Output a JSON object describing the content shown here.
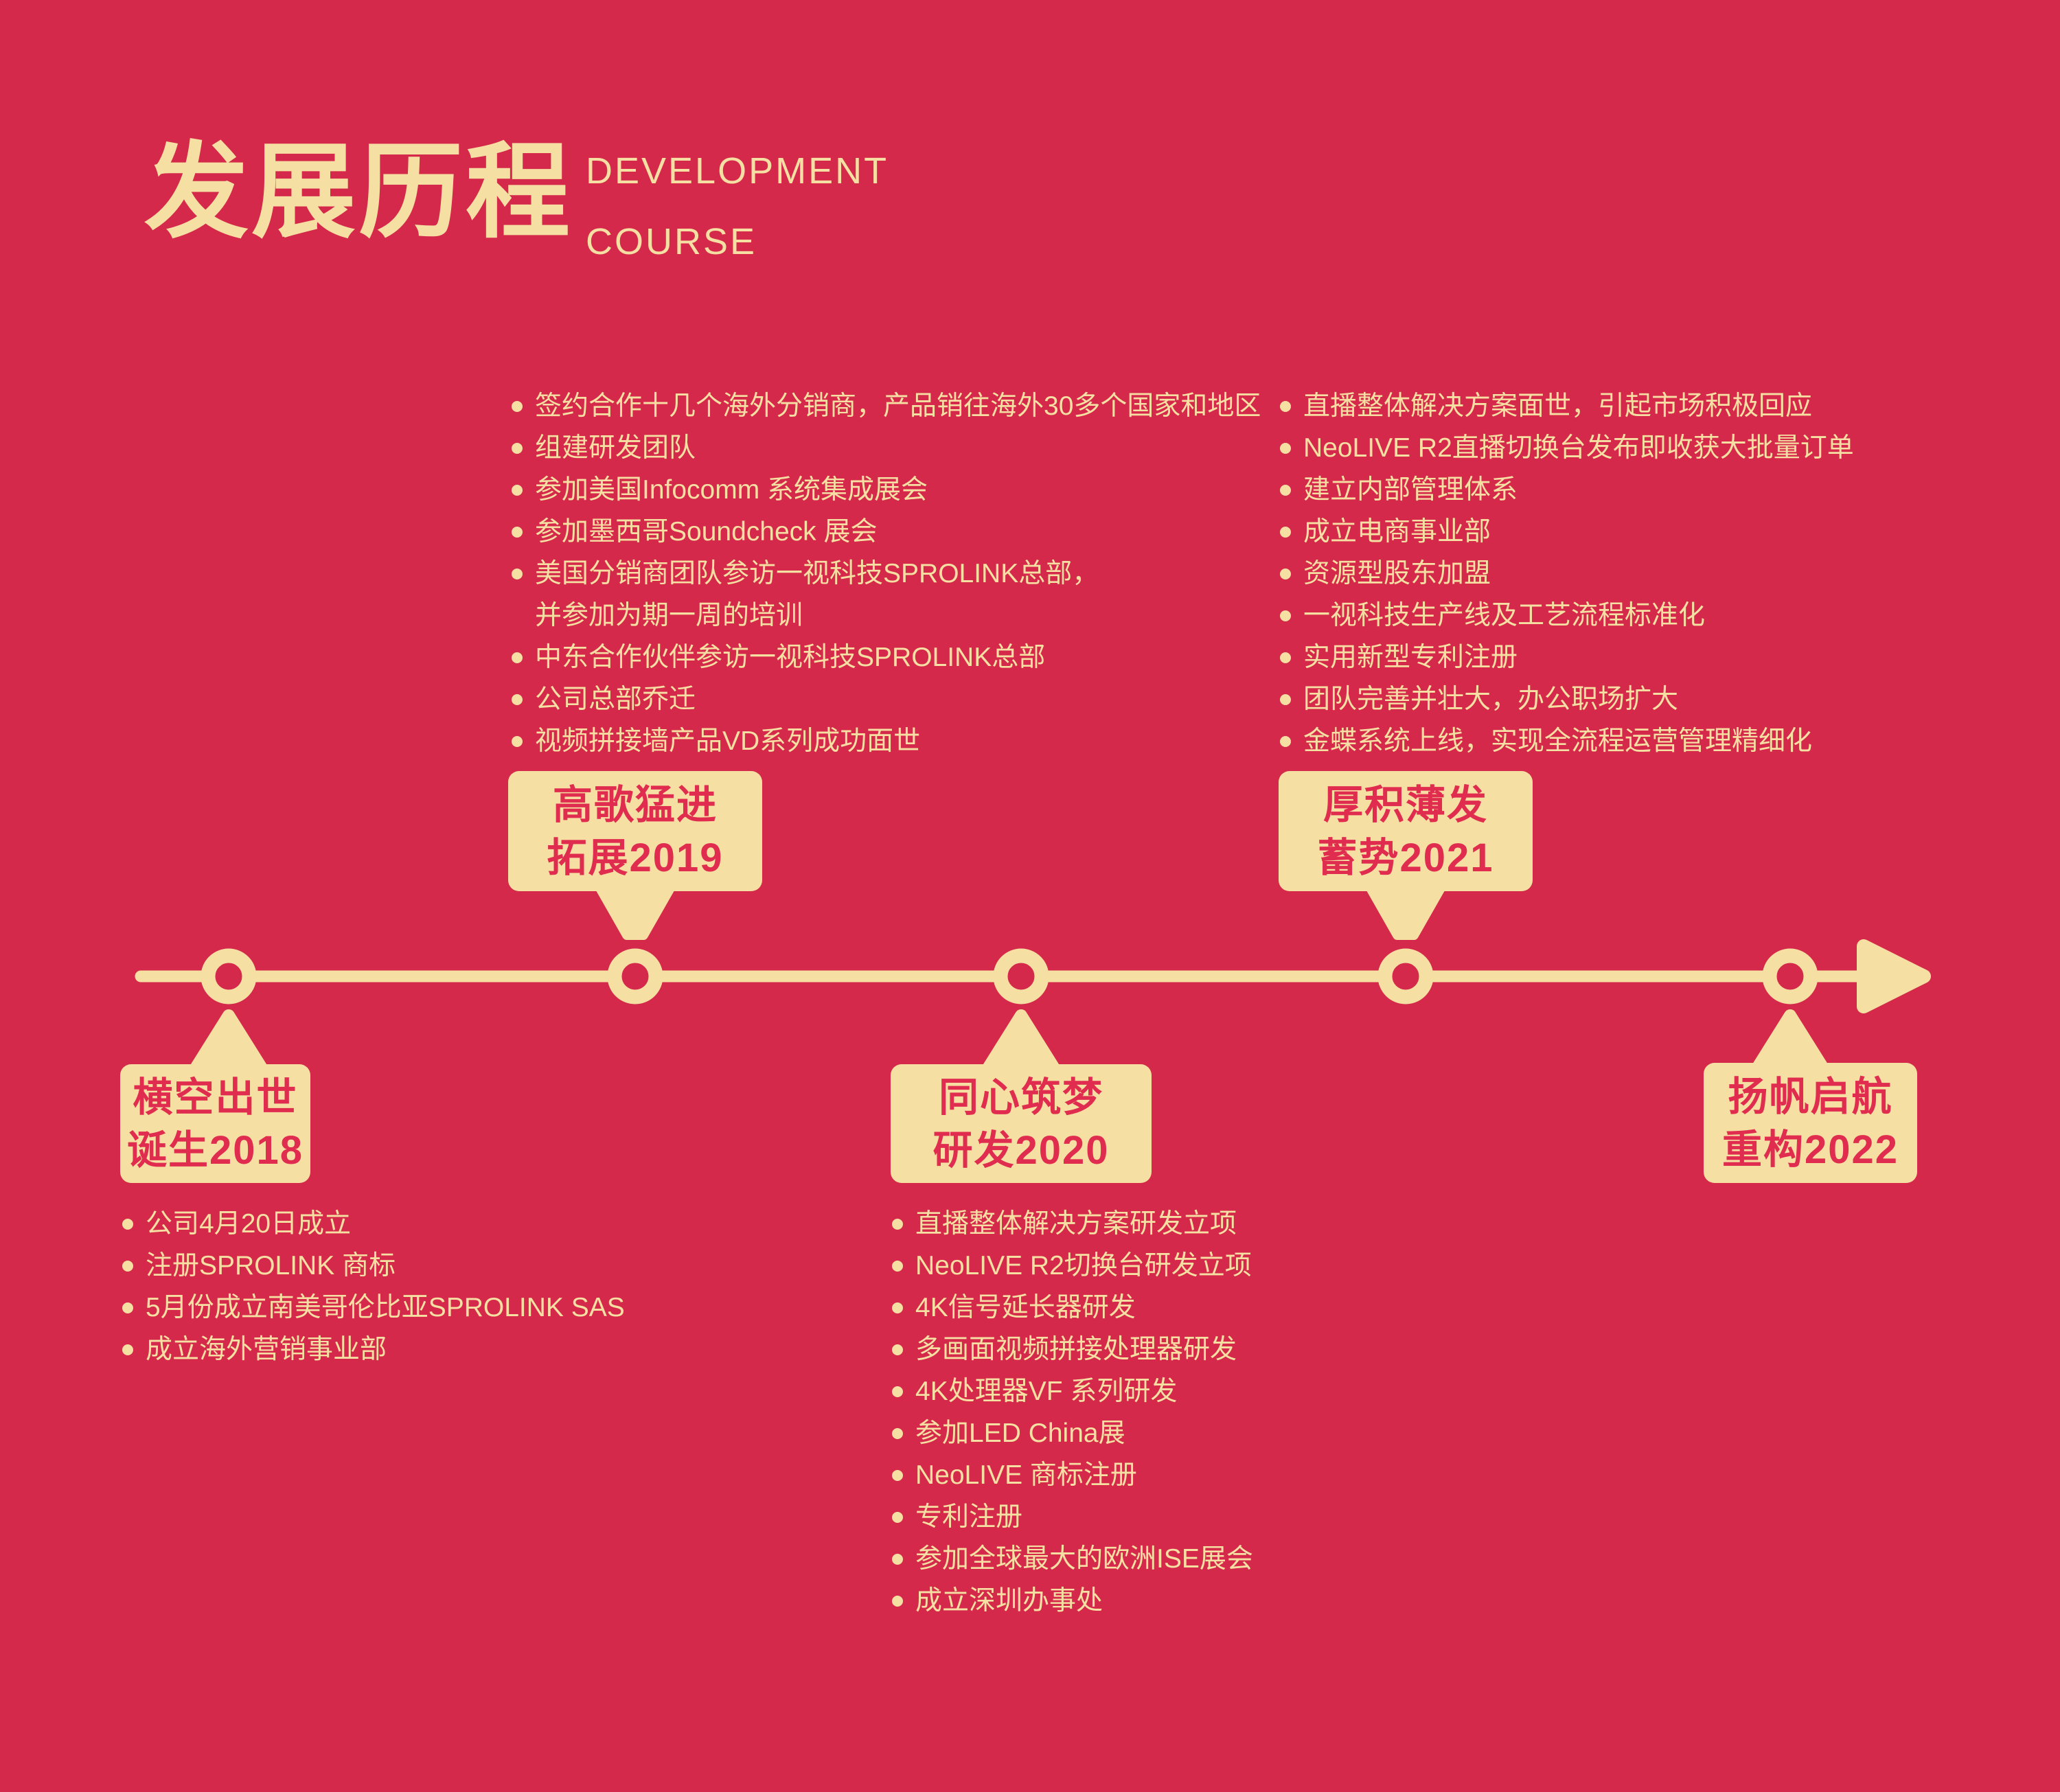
{
  "colors": {
    "background": "#d4294a",
    "cream": "#f6dfa3",
    "callout_text": "#e02d4f"
  },
  "header": {
    "title": "发展历程",
    "subtitle_line1": "DEVELOPMENT",
    "subtitle_line2": "COURSE"
  },
  "milestones": [
    {
      "year": "2018",
      "callout_line1": "横空出世",
      "callout_line2": "诞生2018",
      "side": "below",
      "events": [
        "公司4月20日成立",
        "注册SPROLINK 商标",
        "5月份成立南美哥伦比亚SPROLINK SAS",
        "成立海外营销事业部"
      ]
    },
    {
      "year": "2019",
      "callout_line1": "高歌猛进",
      "callout_line2": "拓展2019",
      "side": "above",
      "events": [
        "签约合作十几个海外分销商，产品销往海外30多个国家和地区",
        "组建研发团队",
        "参加美国Infocomm 系统集成展会",
        "参加墨西哥Soundcheck 展会",
        "美国分销商团队参访一视科技SPROLINK总部，",
        "并参加为期一周的培训",
        "中东合作伙伴参访一视科技SPROLINK总部",
        "公司总部乔迁",
        "视频拼接墙产品VD系列成功面世"
      ]
    },
    {
      "year": "2020",
      "callout_line1": "同心筑梦",
      "callout_line2": "研发2020",
      "side": "below",
      "events": [
        "直播整体解决方案研发立项",
        "NeoLIVE R2切换台研发立项",
        "4K信号延长器研发",
        "多画面视频拼接处理器研发",
        "4K处理器VF 系列研发",
        "参加LED China展",
        "NeoLIVE 商标注册",
        "专利注册",
        "参加全球最大的欧洲ISE展会",
        "成立深圳办事处"
      ]
    },
    {
      "year": "2021",
      "callout_line1": "厚积薄发",
      "callout_line2": "蓄势2021",
      "side": "above",
      "events": [
        "直播整体解决方案面世，引起市场积极回应",
        "NeoLIVE R2直播切换台发布即收获大批量订单",
        "建立内部管理体系",
        "成立电商事业部",
        "资源型股东加盟",
        "一视科技生产线及工艺流程标准化",
        "实用新型专利注册",
        "团队完善并壮大，办公职场扩大",
        "金蝶系统上线，实现全流程运营管理精细化"
      ]
    },
    {
      "year": "2022",
      "callout_line1": "扬帆启航",
      "callout_line2": "重构2022",
      "side": "below",
      "events": []
    }
  ]
}
